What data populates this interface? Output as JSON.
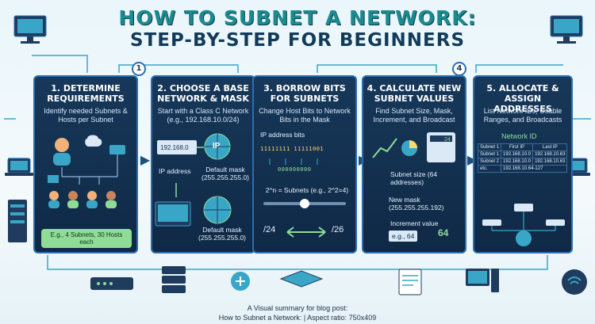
{
  "title": {
    "line1": "HOW TO SUBNET A NETWORK:",
    "line2": "STEP-BY-STEP FOR BEGINNERS"
  },
  "step_markers": [
    "1",
    "4"
  ],
  "panels": [
    {
      "title": "1. DETERMINE REQUIREMENTS",
      "desc": "Identify needed Subnets & Hosts per Subnet",
      "pill": "E.g., 4 Subnets, 30 Hosts each"
    },
    {
      "title": "2. CHOOSE A BASE NETWORK & MASK",
      "desc": "Start with a Class C Network (e.g., 192.168.10.0/24)",
      "ip_box": "192.168.0",
      "ip_icon": "IP",
      "ip_label": "IP address",
      "mask_label1": "Default mask (255.255.255.0)",
      "mask_label2": "Default mask (255.255.255.0)"
    },
    {
      "title": "3. BORROW BITS FOR SUBNETS",
      "desc": "Change Host Bits to Network Bits in the Mask",
      "bits_label": "IP address bits",
      "bits_row1": "11111111 11111001",
      "bits_row2": "000000000",
      "formula": "2^n = Subnets (e.g., 2^2=4)",
      "cidr_from": "/24",
      "cidr_to": "/26"
    },
    {
      "title": "4. CALCULATE NEW SUBNET VALUES",
      "desc": "Find Subnet Size, Mask, Increment, and Broadcast",
      "calc_display": "24",
      "size_label": "Subnet size (64 addresses)",
      "mask_label": "New mask (255.255.255.192)",
      "inc_label": "Increment value",
      "inc_example": "e.g., 64",
      "inc_value": "64"
    },
    {
      "title": "5. ALLOCATE & ASSIGN ADDRESSES",
      "desc": "List Network IDs, Usable Ranges, and Broadcasts",
      "network_id_label": "Network ID",
      "table_headers": [
        "Subnet 1",
        "First IP",
        "Last IP"
      ],
      "table_rows": [
        [
          "Subnet 1",
          "192.168.10.0",
          "192.168.10.63"
        ],
        [
          "Subnet 2",
          "192.168.10.0",
          "192.168.10.63"
        ],
        [
          "etc.",
          "192.168.10.64-127",
          ""
        ]
      ]
    }
  ],
  "caption": {
    "line1": "A Visual summary for blog post:",
    "line2": "How to Subnet a Network: | Aspect ratio: 750x409"
  },
  "colors": {
    "panel_bg": "#17385a",
    "panel_border": "#2a6fb0",
    "accent_teal": "#1a8b8f",
    "pill_green": "#8fdc96",
    "highlight_yellow": "#ffd86b"
  }
}
